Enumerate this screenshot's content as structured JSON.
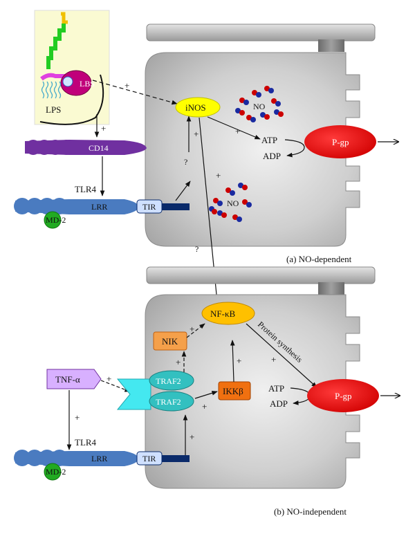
{
  "panel_a": {
    "caption": "(a) NO-dependent",
    "lbs": "LBS",
    "lps": "LPS",
    "cd14": "CD14",
    "tlr4": "TLR4",
    "lrr": "LRR",
    "md2": "MD-2",
    "tir": "TIR",
    "inos": "iNOS",
    "no_top": "NO",
    "no_bottom": "NO",
    "atp": "ATP",
    "adp": "ADP",
    "pgp": "P-gp",
    "plus": "+",
    "question": "?"
  },
  "panel_b": {
    "caption": "(b) NO-independent",
    "tnf": "TNF-α",
    "traf2_top": "TRAF2",
    "traf2_bottom": "TRAF2",
    "nik": "NIK",
    "ikk": "IKKβ",
    "nfkb": "NF-κB",
    "protein_synthesis": "Protein synthesis",
    "atp": "ATP",
    "adp": "ADP",
    "pgp": "P-gp",
    "tlr4": "TLR4",
    "lrr": "LRR",
    "md2": "MD-2",
    "tir": "TIR",
    "plus": "+"
  },
  "colors": {
    "cell": "#c8c8c8",
    "pgp": "#e00000",
    "inos": "#ffff00",
    "nfkb": "#ffc000",
    "cd14": "#7030a0",
    "receptor": "#4a7bc0",
    "md2": "#22aa22",
    "traf2": "#33c0c0",
    "kinase": "#f08020",
    "tnf": "#d8b0ff",
    "lbs": "#c0007a"
  }
}
